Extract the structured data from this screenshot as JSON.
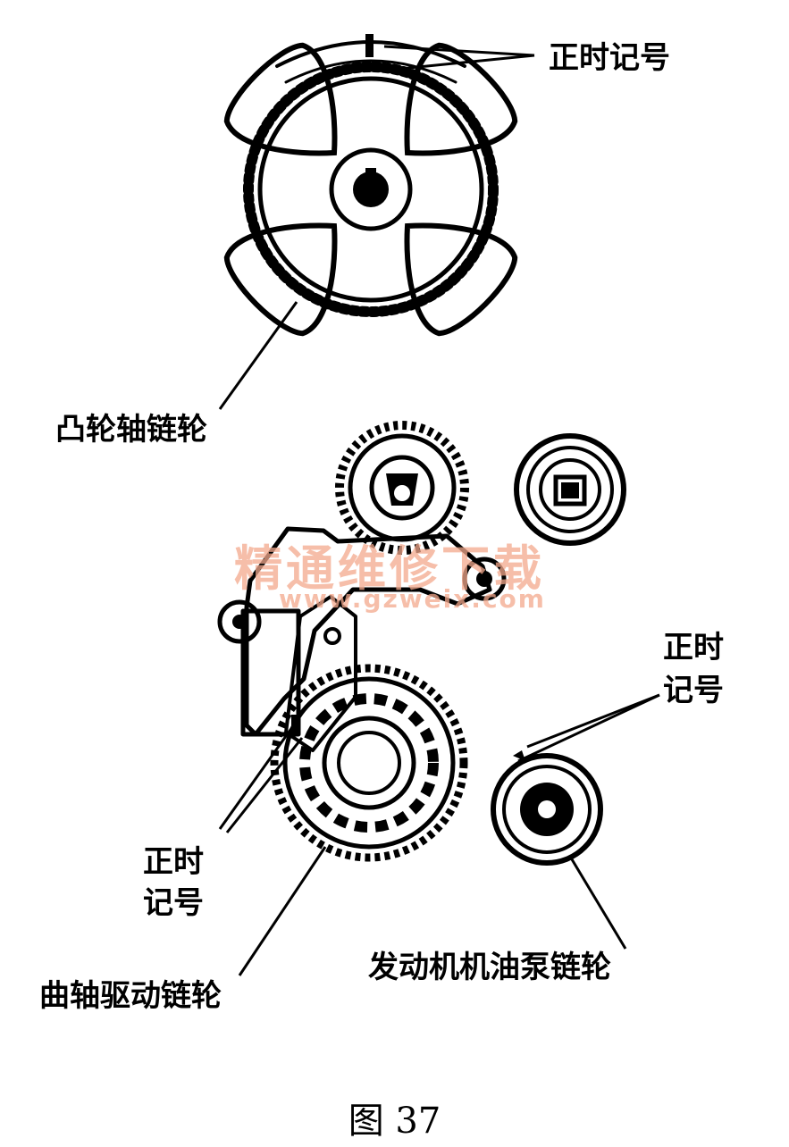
{
  "labels": {
    "timing_mark_top": "正时记号",
    "camshaft_sprocket": "凸轮轴链轮",
    "timing_mark_right_l1": "正时",
    "timing_mark_right_l2": "记号",
    "timing_mark_left_l1": "正时",
    "timing_mark_left_l2": "记号",
    "crankshaft_sprocket": "曲轴驱动链轮",
    "oil_pump_sprocket": "发动机机油泵链轮"
  },
  "watermark": {
    "line1": "精通维修下载",
    "line2": "www.gzweix.com"
  },
  "caption": "图 37",
  "colors": {
    "ink": "#000000",
    "watermark": "#f3a98d"
  }
}
